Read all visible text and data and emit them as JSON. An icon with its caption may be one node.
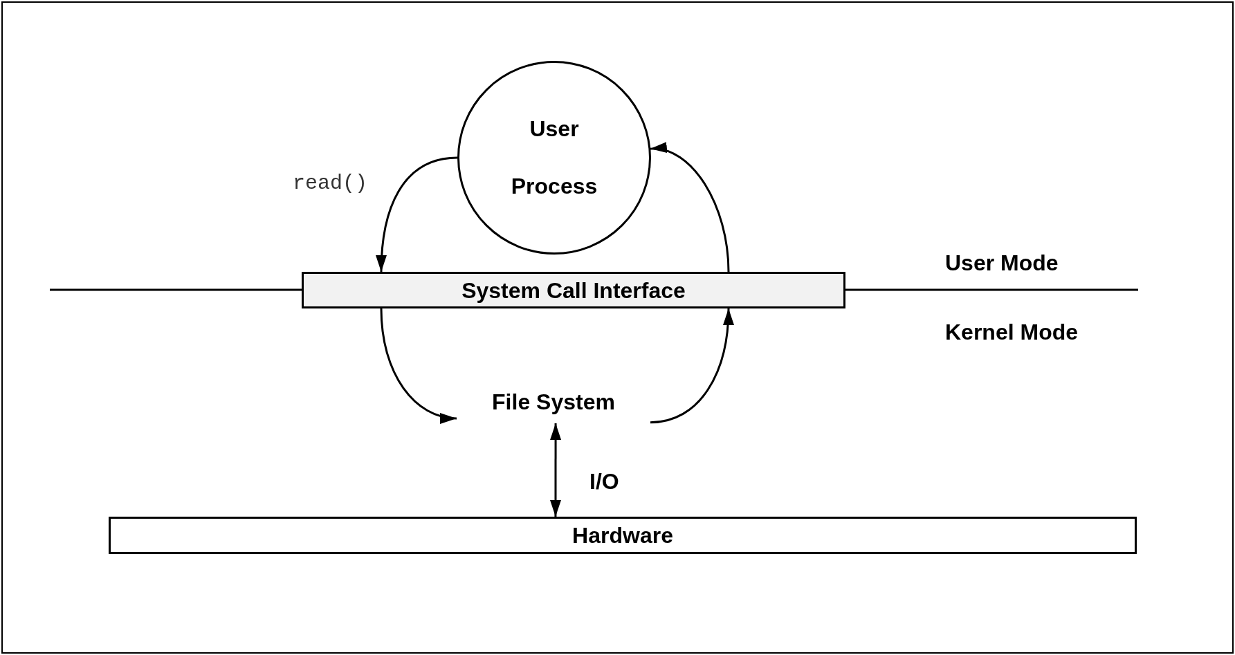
{
  "diagram": {
    "nodes": [
      {
        "text": [
          "User Process"
        ]
      },
      {
        "text": [
          "System Call Interface"
        ]
      },
      {
        "text": [
          "File System"
        ]
      },
      {
        "text": [
          "Hardware"
        ]
      }
    ],
    "edges": [
      {
        "from": 0,
        "to": 1,
        "arrow": "to",
        "label": "read()"
      },
      {
        "from": 1,
        "to": 2,
        "arrow": "to"
      },
      {
        "from": 2,
        "to": 1,
        "arrow": "to"
      },
      {
        "from": 1,
        "to": 0,
        "arrow": "to"
      },
      {
        "from": 2,
        "to": 3,
        "arrow": "both",
        "label": "I/O"
      }
    ],
    "labels": [
      "User Mode",
      "Kernel Mode"
    ]
  }
}
